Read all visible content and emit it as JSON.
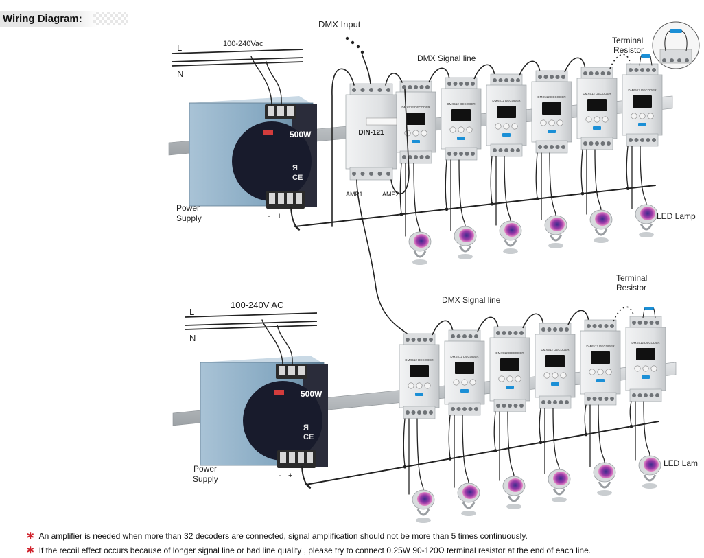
{
  "header": {
    "title": "Wiring Diagram:"
  },
  "colors": {
    "accent_blue": "#1b8fd6",
    "star_red": "#d0202a",
    "rail": "#bfc3c6",
    "psu_blue": "#7fa4bf",
    "psu_dark": "#181b2c",
    "wire": "#222222"
  },
  "top": {
    "line_l": "L",
    "line_n": "N",
    "ac_label": "100-240Vac",
    "dmx_input": "DMX Input",
    "signal_line": "DMX Signal line",
    "terminal_resistor": [
      "Terminal",
      "Resistor"
    ],
    "psu": {
      "power": "500W",
      "label": [
        "Power",
        "Supply"
      ],
      "minus": "-",
      "plus": "+"
    },
    "amplifier": {
      "model": "DIN-121",
      "amp1": "AMP1",
      "amp2": "AMP2"
    },
    "led_label": "LED Lamp",
    "decoder_count": 6
  },
  "bottom": {
    "line_l": "L",
    "line_n": "N",
    "ac_label": "100-240V AC",
    "signal_line": "DMX Signal line",
    "terminal_resistor": [
      "Terminal",
      "Resistor"
    ],
    "psu": {
      "power": "500W",
      "label": [
        "Power",
        "Supply"
      ],
      "minus": "-",
      "plus": "+"
    },
    "led_label": "LED Lam",
    "decoder_count": 6
  },
  "decoder_label": "DMX512 DECODER",
  "notes": [
    "An amplifier is needed when more than 32 decoders are connected, signal amplification should not be more than 5 times continuously.",
    "If the recoil effect occurs because of longer signal line or bad line quality , please try to connect 0.25W 90-120Ω terminal resistor at the end of each line."
  ],
  "note_marker": "∗"
}
